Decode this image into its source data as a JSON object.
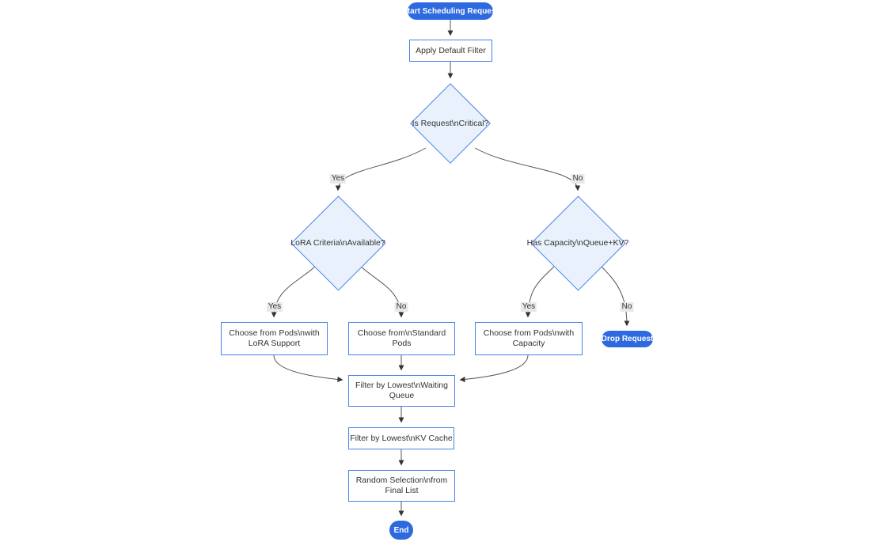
{
  "diagram_type": "flowchart",
  "colors": {
    "background": "#ffffff",
    "node_fill": "#ffffff",
    "node_border": "#4a83ea",
    "decision_fill": "#e8f1fc",
    "pill_fill": "#2d6adf",
    "pill_text": "#ffffff",
    "text": "#333333",
    "edge_line": "#555555",
    "edge_label_bg": "#e8e8e8"
  },
  "nodes": {
    "start": {
      "label": "Start Scheduling Request"
    },
    "apply_filter": {
      "label": "Apply Default Filter"
    },
    "is_critical": {
      "label": "Is Request\\nCritical?"
    },
    "lora_criteria": {
      "label": "LoRA Criteria\\nAvailable?"
    },
    "has_capacity": {
      "label": "Has Capacity\\nQueue+KV?"
    },
    "choose_lora": {
      "lines": [
        "Choose from Pods\\nwith",
        "LoRA Support"
      ]
    },
    "choose_standard": {
      "lines": [
        "Choose from\\nStandard",
        "Pods"
      ]
    },
    "choose_capacity": {
      "lines": [
        "Choose from Pods\\nwith",
        "Capacity"
      ]
    },
    "drop_request": {
      "label": "Drop Request"
    },
    "filter_waiting": {
      "lines": [
        "Filter by Lowest\\nWaiting",
        "Queue"
      ]
    },
    "filter_kv": {
      "label": "Filter by Lowest\\nKV Cache"
    },
    "random_selection": {
      "lines": [
        "Random Selection\\nfrom",
        "Final List"
      ]
    },
    "end": {
      "label": "End"
    }
  },
  "edge_labels": {
    "critical_yes": "Yes",
    "critical_no": "No",
    "lora_yes": "Yes",
    "lora_no": "No",
    "capacity_yes": "Yes",
    "capacity_no": "No"
  }
}
